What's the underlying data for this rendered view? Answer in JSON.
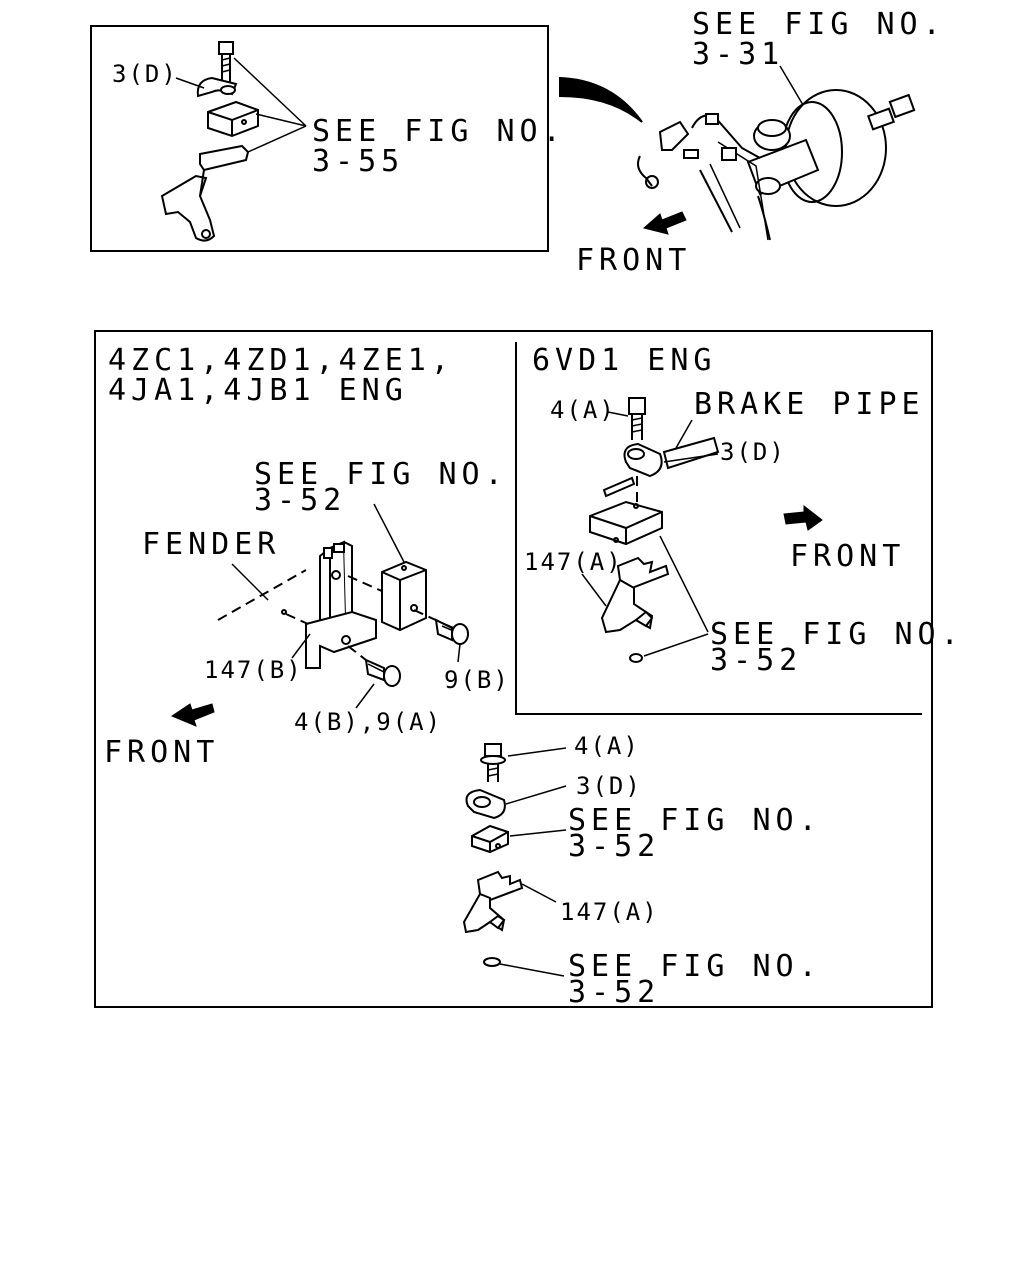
{
  "top_panel": {
    "label_3d": "3(D)",
    "see_fig_355_line1": "SEE FIG NO.",
    "see_fig_355_line2": "3-55"
  },
  "overview": {
    "see_fig_331_line1": "SEE FIG NO.",
    "see_fig_331_line2": "3-31",
    "front_label": "FRONT"
  },
  "main_panel": {
    "left": {
      "engine_line1": "4ZC1,4ZD1,4ZE1,",
      "engine_line2": "4JA1,4JB1 ENG",
      "see_fig_line1": "SEE FIG NO.",
      "see_fig_line2": "3-52",
      "fender_label": "FENDER",
      "label_147b": "147(B)",
      "label_9b": "9(B)",
      "label_4b9a": "4(B),9(A)",
      "front_label": "FRONT"
    },
    "inset": {
      "engine_label": "6VD1 ENG",
      "label_4a": "4(A)",
      "brake_pipe_label": "BRAKE PIPE",
      "label_3d": "3(D)",
      "front_label": "FRONT",
      "label_147a": "147(A)",
      "see_fig_line1": "SEE FIG NO.",
      "see_fig_line2": "3-52"
    },
    "exploded": {
      "label_4a": "4(A)",
      "label_3d": "3(D)",
      "see_fig_a_line1": "SEE FIG NO.",
      "see_fig_a_line2": "3-52",
      "label_147a": "147(A)",
      "see_fig_b_line1": "SEE FIG NO.",
      "see_fig_b_line2": "3-52"
    }
  }
}
